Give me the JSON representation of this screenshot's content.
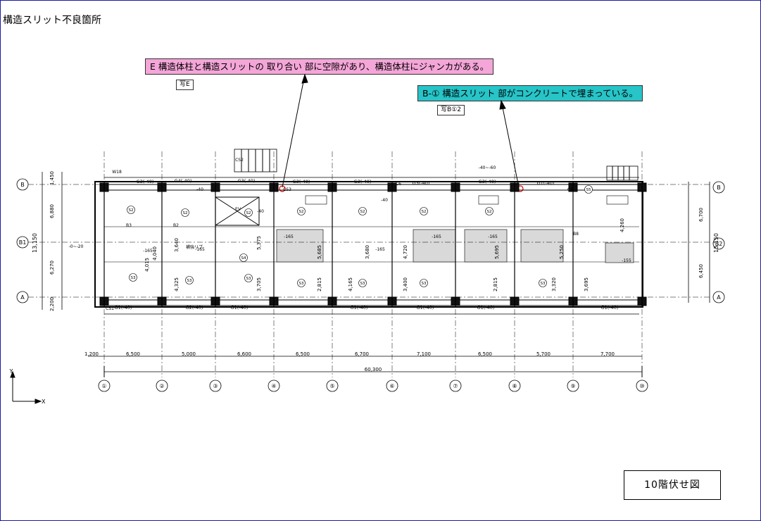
{
  "title": "構造スリット不良箇所",
  "note_e": "E  構造体柱と構造スリットの 取り合い 部に空隙があり、構造体柱にジャンカがある。",
  "note_b": "B-①  構造スリット 部がコンクリートで埋まっている。",
  "photo_e": "写E",
  "photo_b": "写B①2",
  "floor_label": "10階伏せ図",
  "axis_x": "X",
  "axis_y": "Y",
  "total_dim": "60,300",
  "left_dim_total": "13,150",
  "right_dim_total": "13,150",
  "col_labels": [
    "①",
    "②",
    "③",
    "④",
    "⑤",
    "⑥",
    "⑦",
    "⑧",
    "⑨",
    "⑩"
  ],
  "span_dims": [
    "1,200",
    "6,500",
    "5,000",
    "6,600",
    "6,500",
    "6,700",
    "7,100",
    "6,500",
    "5,700",
    "7,700"
  ],
  "left_rows": [
    {
      "label": "B",
      "dim": "1,450"
    },
    {
      "label": "B1",
      "dim": "6,880"
    },
    {
      "label": "A",
      "dim": "6,270"
    },
    {
      "label": "",
      "dim": "2,200"
    }
  ],
  "right_rows": [
    {
      "label": "B",
      "dim": "6,700"
    },
    {
      "label": "B2",
      "dim": "6,450"
    },
    {
      "label": "A",
      "dim": ""
    }
  ],
  "room_dims": [
    "4,015",
    "4,325",
    "3,705",
    "5,685",
    "4,165",
    "3,680",
    "4,720",
    "5,695",
    "3,320",
    "3,695",
    "5,375",
    "5,250",
    "3,400",
    "2,815",
    "2,815",
    "3,640",
    "4,040",
    "4,260"
  ],
  "beam_labels": [
    "G3(-40)",
    "G3(-40)",
    "G3(-40)",
    "G3(-40)",
    "G3(-40)",
    "G3(-40)",
    "G1(-40)",
    "G1(-40)",
    "G1(-40)",
    "G1(-40)",
    "G1(-40)",
    "G2(-40)",
    "G4(-40)",
    "G1(-40)",
    "G1(-40)"
  ],
  "slab_labels": [
    "S2",
    "S2",
    "S2",
    "S2",
    "S2",
    "S2",
    "S2",
    "S3",
    "S3",
    "S3",
    "S3",
    "S3",
    "S3",
    "S3",
    "S4",
    "S5"
  ],
  "misc_labels": [
    "-165",
    "-165",
    "-165",
    "-165",
    "-165",
    "-165",
    "-155",
    "-40",
    "-40",
    "-40",
    "-0~-20",
    "-40~-60",
    "補強リブ",
    "EV",
    "W18",
    "CS1",
    "CS2",
    "CS3",
    "C6",
    "C8",
    "B3",
    "B2",
    "B8"
  ]
}
